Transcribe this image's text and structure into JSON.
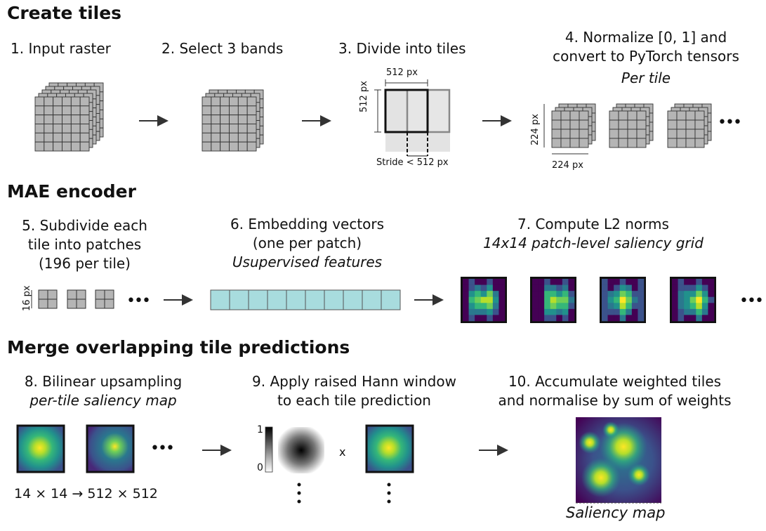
{
  "sections": {
    "create": "Create tiles",
    "mae": "MAE encoder",
    "merge": "Merge overlapping tile predictions"
  },
  "steps": {
    "s1": "1. Input raster",
    "s2": "2. Select 3 bands",
    "s3": "3. Divide into tiles",
    "s4a": "4. Normalize [0, 1] and",
    "s4b": "convert to PyTorch tensors",
    "s4c": "Per tile",
    "s5a": "5. Subdivide each",
    "s5b": "tile into patches",
    "s5c": "(196 per tile)",
    "s6a": "6. Embedding vectors",
    "s6b": "(one per patch)",
    "s6c": "Usupervised features",
    "s7a": "7. Compute L2 norms",
    "s7b": "14x14 patch-level saliency grid",
    "s8a": "8. Bilinear upsampling",
    "s8b": "per-tile saliency map",
    "s9a": "9. Apply raised Hann window",
    "s9b": "to each tile prediction",
    "s10a": "10. Accumulate weighted tiles",
    "s10b": "and normalise by sum of weights"
  },
  "labels": {
    "px512_top": "512 px",
    "px512_side": "512 px",
    "stride": "Stride < 512 px",
    "px224_side": "224 px",
    "px224_bottom": "224 px",
    "px16": "16 px",
    "ellipsis": "•••",
    "upsample": "14 × 14  → 512 × 512",
    "hann_max": "1",
    "hann_min": "0",
    "times": "x",
    "saliency_map": "Saliency map"
  },
  "colors": {
    "cell_gray": "#b5b5b5",
    "embed_cyan": "#a8dcde",
    "viridis_dark": "#440154",
    "viridis_mid": "#21918c",
    "viridis_yellow": "#fde725"
  }
}
